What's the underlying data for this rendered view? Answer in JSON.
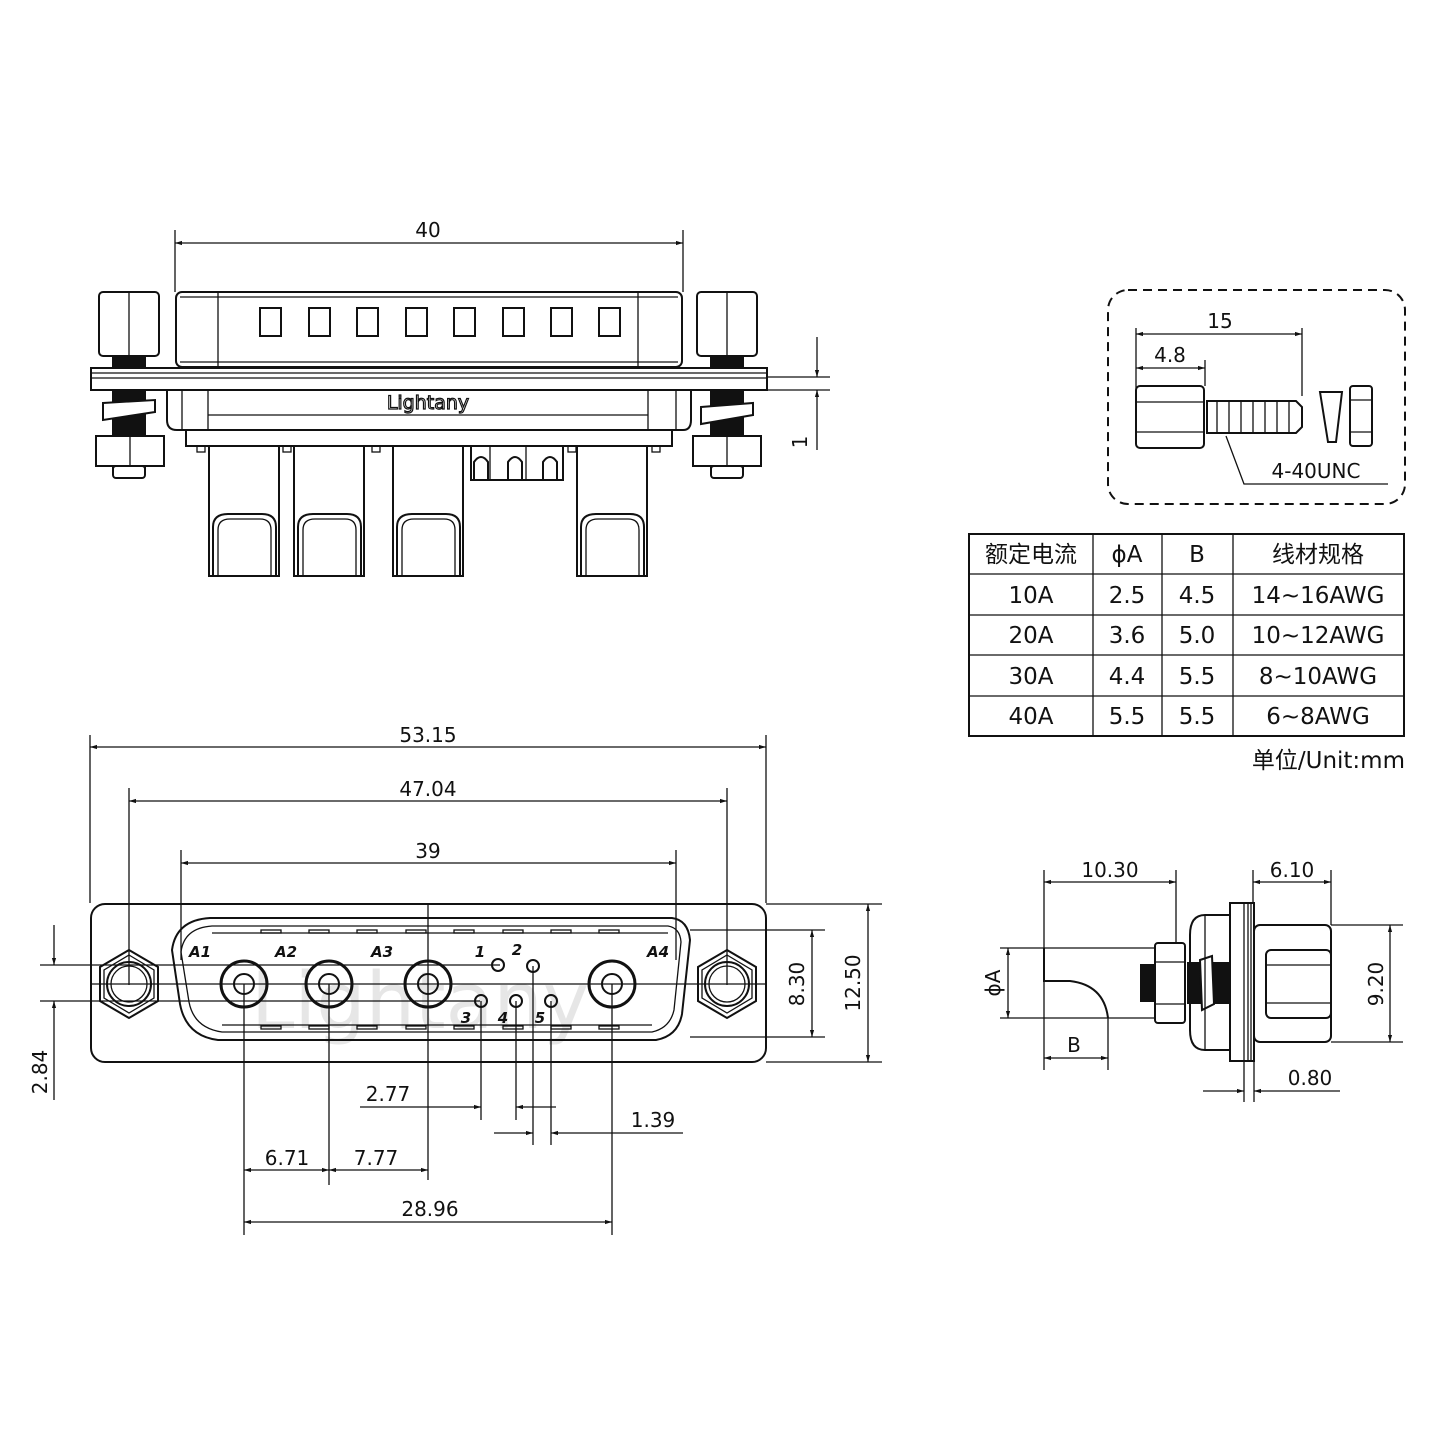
{
  "brand": {
    "logo_text": "Lightany",
    "watermark_text": "Lightany"
  },
  "top_view": {
    "dim_overall_width": "40",
    "dim_panel_thickness": "1",
    "signal_slots": 8
  },
  "screw_detail": {
    "dim_total_length": "15",
    "dim_hex_length": "4.8",
    "thread_label": "4-40UNC"
  },
  "spec_table": {
    "headers": [
      "额定电流",
      "ϕA",
      "B",
      "线材规格"
    ],
    "rows": [
      [
        "10A",
        "2.5",
        "4.5",
        "14~16AWG"
      ],
      [
        "20A",
        "3.6",
        "5.0",
        "10~12AWG"
      ],
      [
        "30A",
        "4.4",
        "5.5",
        "8~10AWG"
      ],
      [
        "40A",
        "5.5",
        "5.5",
        "6~8AWG"
      ]
    ],
    "unit_note": "单位/Unit:mm"
  },
  "front_view": {
    "dim_flange_width": "53.15",
    "dim_mount_hole_pitch": "47.04",
    "dim_shell_width": "39",
    "dim_shell_height": "8.30",
    "dim_flange_height": "12.50",
    "dim_signal_row_offset": "2.84",
    "dim_signal_pitch": "2.77",
    "dim_signal_half_pitch": "1.39",
    "dim_a1_a2": "6.71",
    "dim_a2_a3": "7.77",
    "dim_a1_a4": "28.96",
    "pin_labels": {
      "power": [
        "A1",
        "A2",
        "A3",
        "A4"
      ],
      "signal": [
        "1",
        "2",
        "3",
        "4",
        "5"
      ]
    }
  },
  "side_view": {
    "dim_contact_length": "10.30",
    "dim_front_length": "6.10",
    "dim_height": "9.20",
    "dim_panel": "0.80",
    "label_diameter": "ϕA",
    "label_b": "B"
  }
}
